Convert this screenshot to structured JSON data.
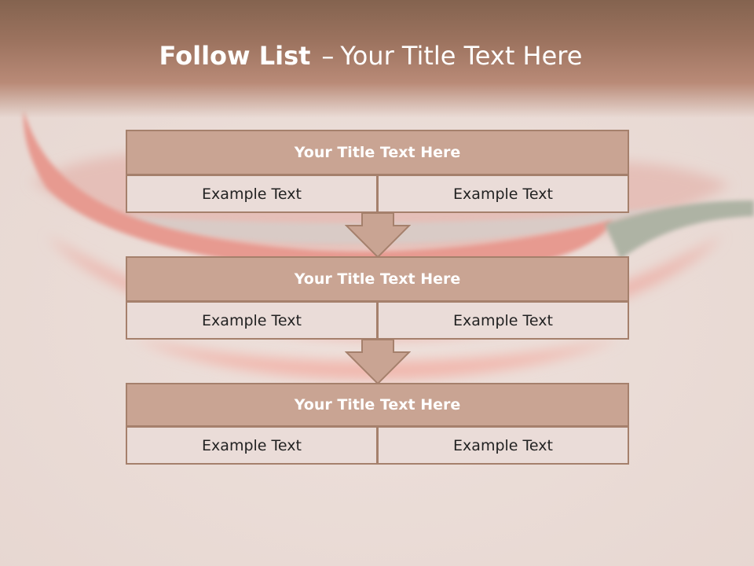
{
  "slide": {
    "title_bold": "Follow List",
    "title_dash": "–",
    "title_rest": "Your Title Text Here"
  },
  "colors": {
    "title_bar": "#9c735f",
    "block_header": "#c9a493",
    "block_cell": "#eadcd8",
    "border": "#a5806c",
    "arrow_fill": "#c9a493"
  },
  "steps": [
    {
      "title": "Your Title Text Here",
      "left": "Example Text",
      "right": "Example Text"
    },
    {
      "title": "Your Title Text Here",
      "left": "Example Text",
      "right": "Example Text"
    },
    {
      "title": "Your Title Text Here",
      "left": "Example Text",
      "right": "Example Text"
    }
  ]
}
